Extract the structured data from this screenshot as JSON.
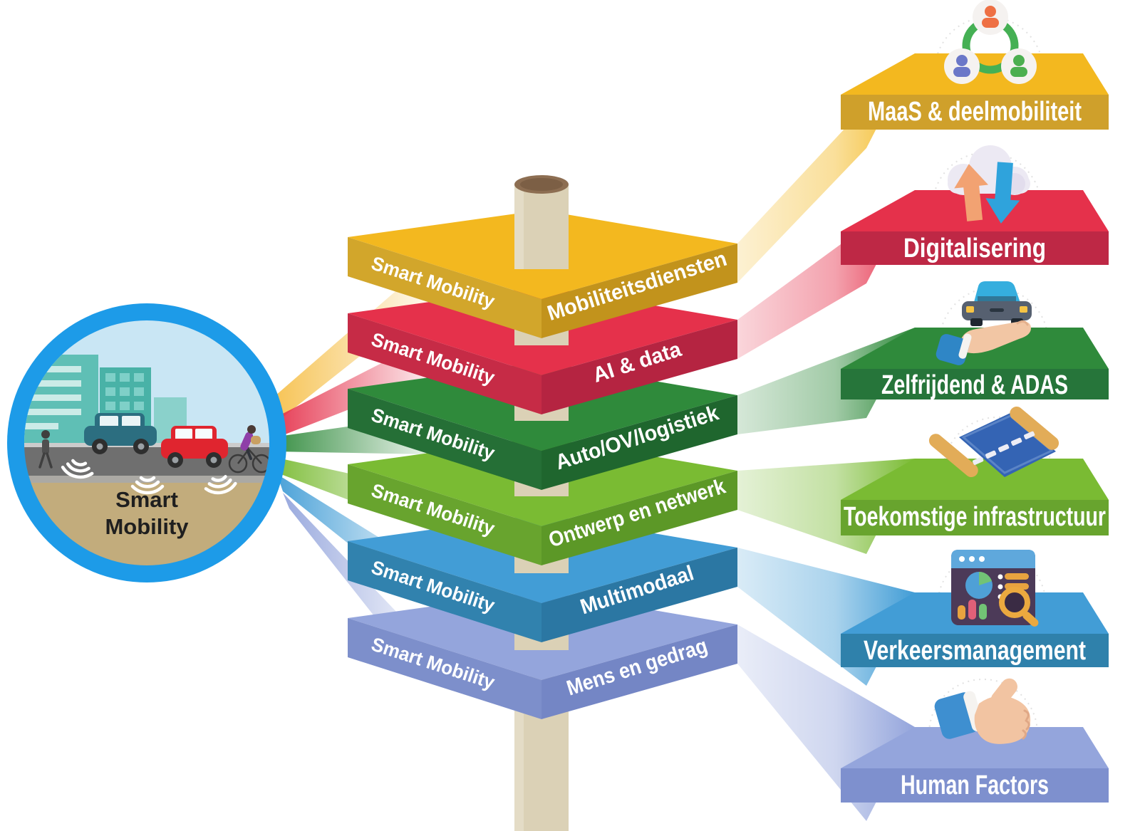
{
  "hub": {
    "title_line1": "Smart",
    "title_line2": "Mobility",
    "ring_color": "#1D9BE8"
  },
  "stack": {
    "side_label": "Smart Mobility",
    "pole_color": "#DBD1B6",
    "layers": [
      {
        "label": "Mobiliteitsdiensten",
        "color": "#F3B81F"
      },
      {
        "label": "AI & data",
        "color": "#E5314B"
      },
      {
        "label": "Auto/OV/logistiek",
        "color": "#2F8A3B"
      },
      {
        "label": "Ontwerp en netwerk",
        "color": "#7ABB33"
      },
      {
        "label": "Multimodaal",
        "color": "#429DD6"
      },
      {
        "label": "Mens en gedrag",
        "color": "#94A5DC"
      }
    ]
  },
  "branches": [
    {
      "label": "MaaS & deelmobiliteit",
      "icon": "people-network-icon",
      "color": "#F3B81F"
    },
    {
      "label": "Digitalisering",
      "icon": "cloud-sync-icon",
      "color": "#E5314B"
    },
    {
      "label": "Zelfrijdend & ADAS",
      "icon": "car-in-hand-icon",
      "color": "#2F8A3B"
    },
    {
      "label": "Toekomstige infrastructuur",
      "icon": "road-icon",
      "color": "#7ABB33"
    },
    {
      "label": "Verkeersmanagement",
      "icon": "traffic-dashboard-icon",
      "color": "#429DD6"
    },
    {
      "label": "Human Factors",
      "icon": "thumbs-up-icon",
      "color": "#94A5DC"
    }
  ]
}
